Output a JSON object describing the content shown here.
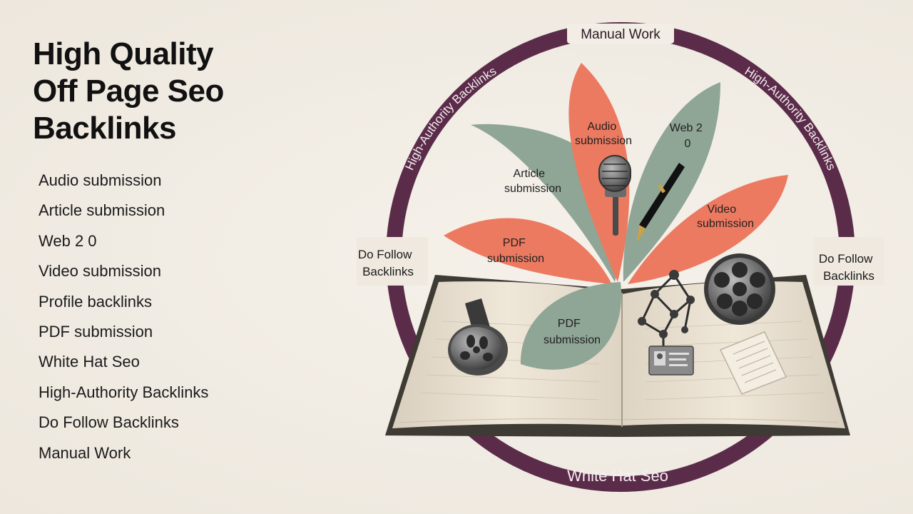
{
  "heading": {
    "line1": "High Quality",
    "line2": "Off Page Seo",
    "line3": "Backlinks"
  },
  "features": [
    "Audio submission",
    "Article submission",
    "Web 2 0",
    "Video submission",
    "Profile backlinks",
    "PDF submission",
    "White Hat Seo",
    "High-Authority Backlinks",
    "Do Follow Backlinks",
    "Manual Work"
  ],
  "ring": {
    "top": "Manual Work",
    "upper_left": "High-Authority Backlinks",
    "upper_right": "High-Authority Backlinks",
    "left_line1": "Do Follow",
    "left_line2": "Backlinks",
    "right_line1": "Do Follow",
    "right_line2": "Backlinks",
    "bottom": "White Hat Seo"
  },
  "petals": {
    "audio": {
      "line1": "Audio",
      "line2": "submission"
    },
    "web2": {
      "line1": "Web 2",
      "line2": "0"
    },
    "article": {
      "line1": "Article",
      "line2": "submission"
    },
    "video": {
      "line1": "Video",
      "line2": "submission"
    },
    "pdf_left": {
      "line1": "PDF",
      "line2": "submission"
    },
    "pdf_center": {
      "line1": "PDF",
      "line2": "submission"
    }
  },
  "colors": {
    "ring": "#5b2c4a",
    "coral": "#ec7a61",
    "sage": "#8fa596",
    "background": "#f1ece4",
    "text": "#111111"
  },
  "icons": [
    "microphone-icon",
    "fountain-pen-icon",
    "film-reel-icon",
    "molecule-network-icon",
    "id-badge-icon",
    "document-icon",
    "cassette-icon",
    "open-book-icon"
  ]
}
